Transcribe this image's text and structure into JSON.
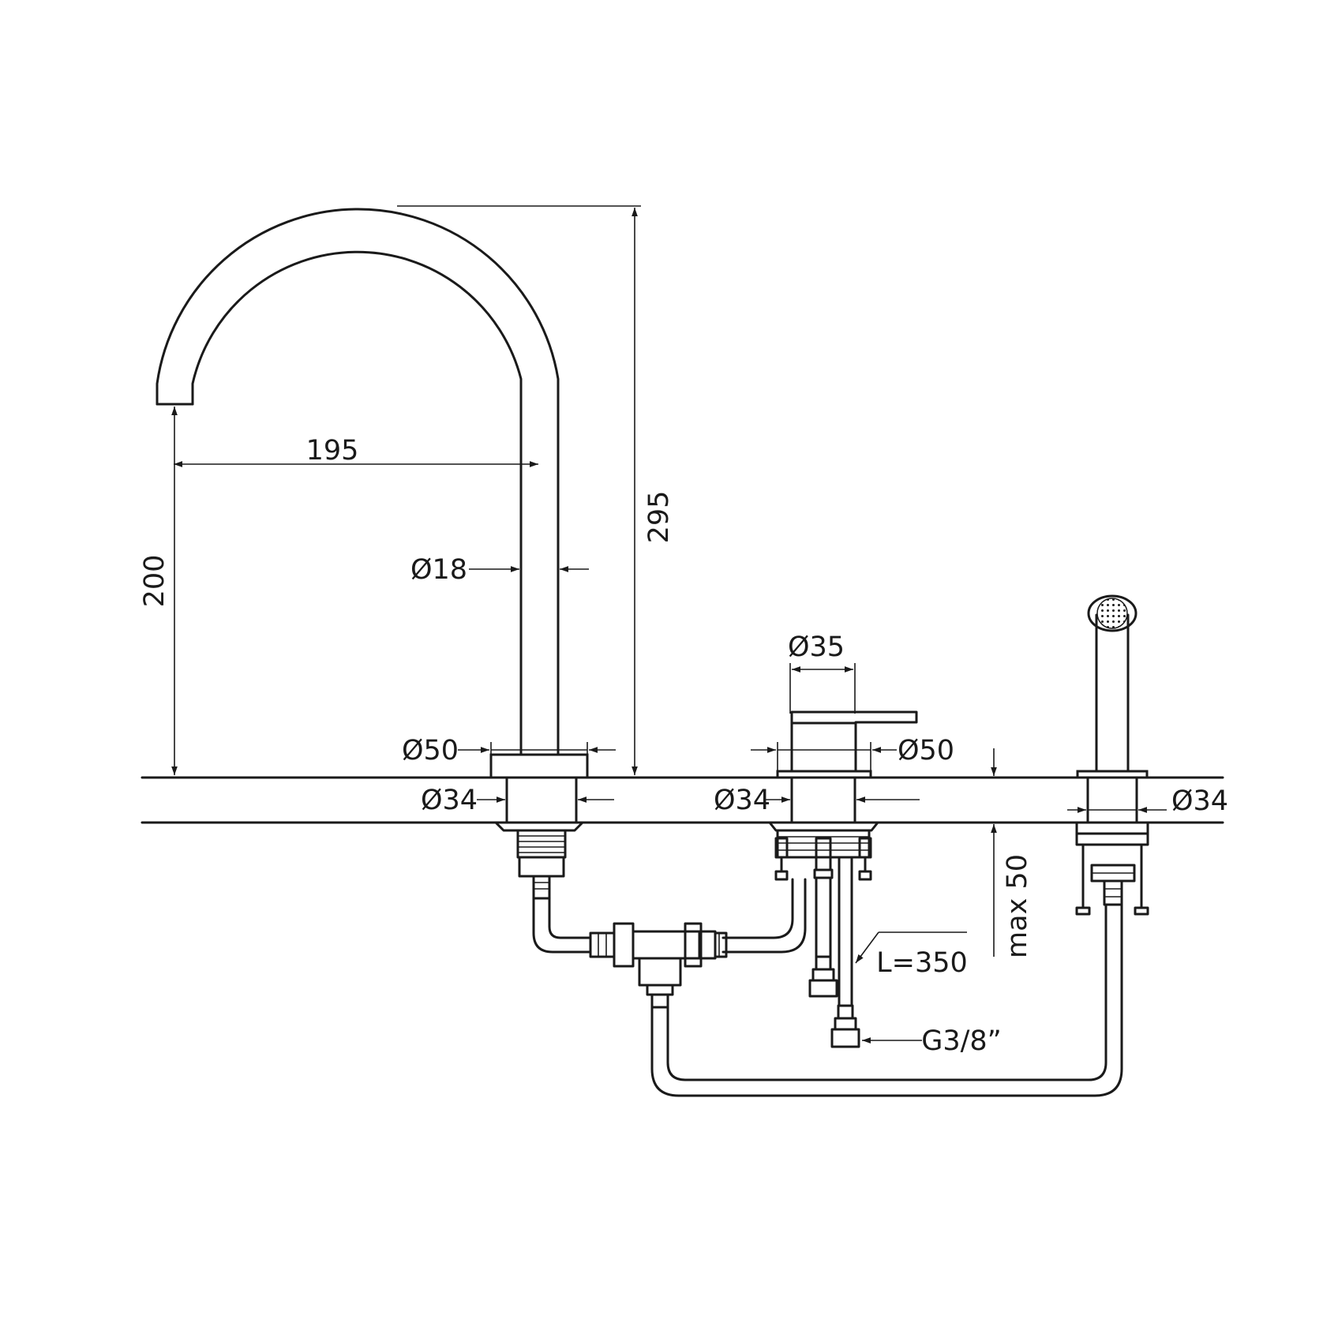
{
  "colors": {
    "line": "#1a1a1a",
    "background": "#ffffff"
  },
  "dimensions": {
    "spout_reach": "195",
    "spout_outlet_height": "200",
    "total_height": "295",
    "spout_tube_diameter": "Ø18",
    "handle_body_diameter": "Ø35",
    "spout_base_diameter": "Ø50",
    "mixer_base_diameter": "Ø50",
    "spout_hole_diameter": "Ø34",
    "mixer_hole_diameter": "Ø34",
    "shower_hole_diameter": "Ø34",
    "max_deck_thickness": "max 50",
    "hose_length": "L=350",
    "connection_thread": "G3/8”"
  }
}
